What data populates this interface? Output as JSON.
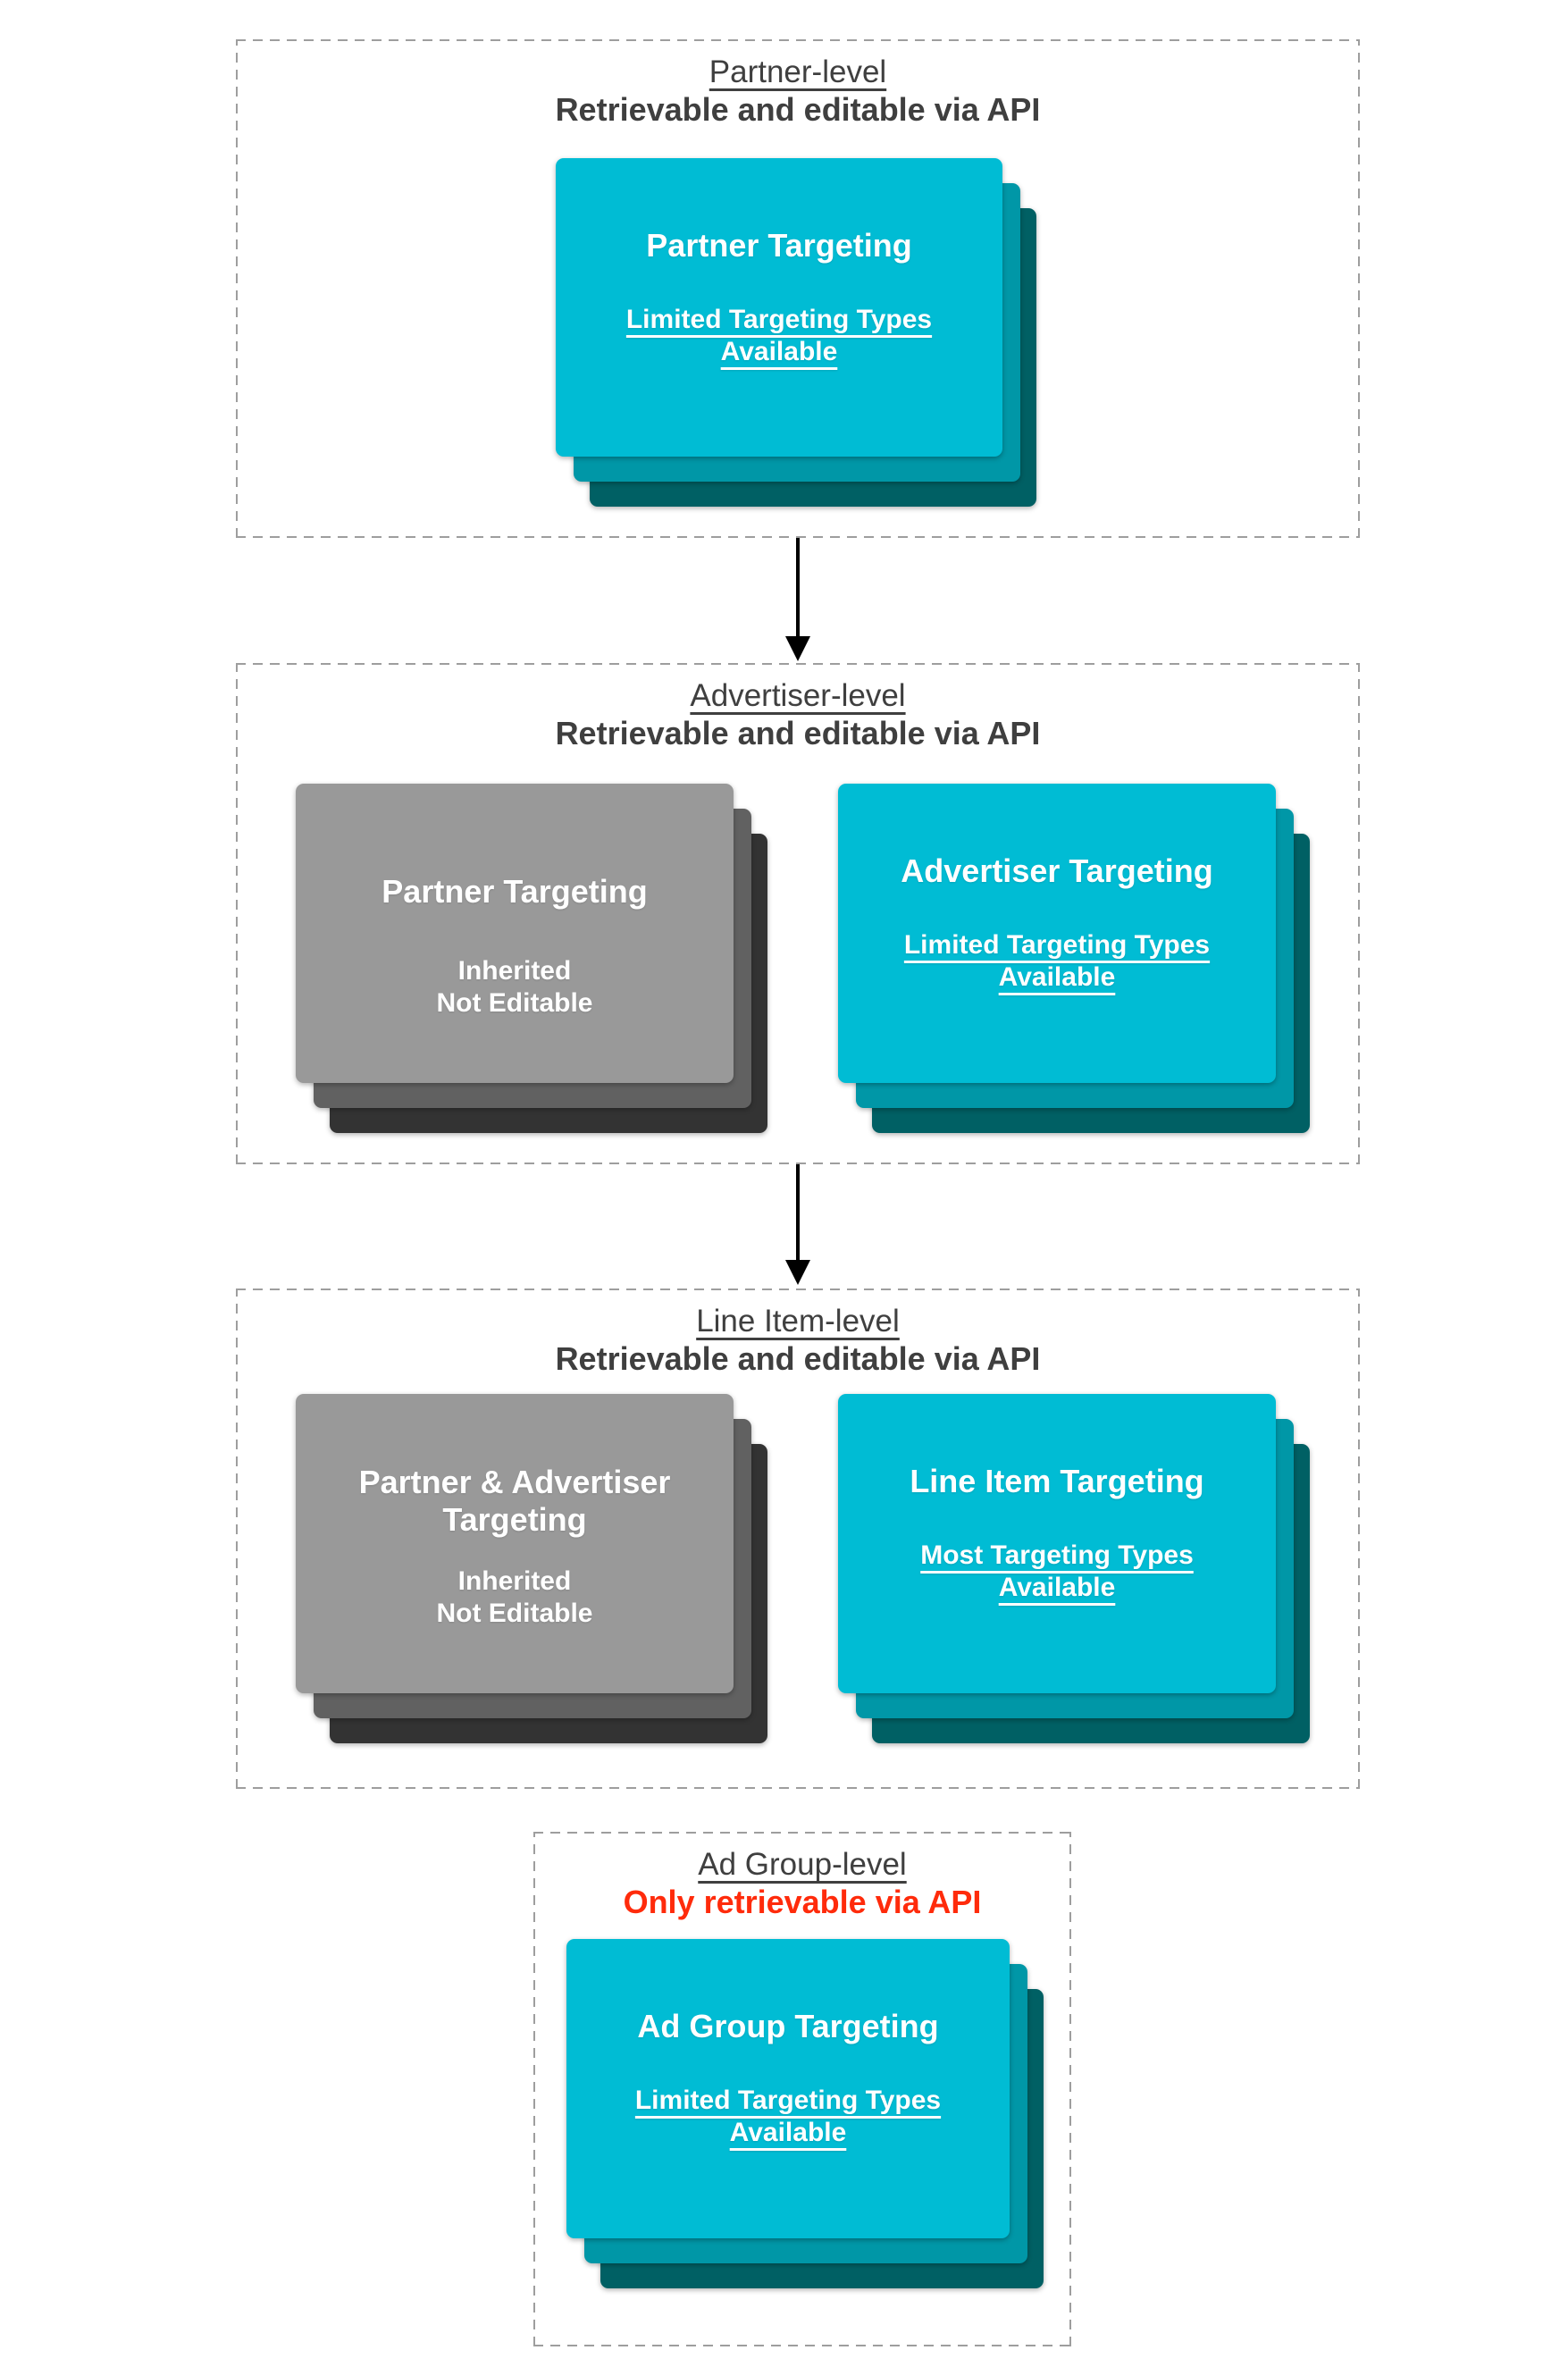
{
  "colors": {
    "card_teal": "#00BCD4",
    "card_teal_mid": "#0097A7",
    "card_teal_dark": "#006064",
    "card_gray": "#999999",
    "card_gray_mid": "#616161",
    "card_gray_dark": "#333333",
    "heading_text": "#3F3F3F",
    "red_text": "#FF2B0B",
    "dashed_border": "#9E9E9E",
    "arrow": "#000000",
    "card_text": "#FFFFFF"
  },
  "sections": [
    {
      "title": "Partner-level",
      "subtitle": "Retrievable and editable via API",
      "emphasis": "normal",
      "cards": [
        {
          "style": "teal",
          "title": "Partner Targeting",
          "subtitle_lines": [
            "Limited Targeting Types",
            "Available"
          ],
          "subtitle_underlined": true
        }
      ]
    },
    {
      "title": "Advertiser-level",
      "subtitle": "Retrievable and editable via API",
      "emphasis": "normal",
      "cards": [
        {
          "style": "gray",
          "title": "Partner Targeting",
          "subtitle_lines": [
            "Inherited",
            "Not Editable"
          ],
          "subtitle_underlined": false
        },
        {
          "style": "teal",
          "title": "Advertiser Targeting",
          "subtitle_lines": [
            "Limited Targeting Types",
            "Available"
          ],
          "subtitle_underlined": true
        }
      ]
    },
    {
      "title": "Line Item-level",
      "subtitle": "Retrievable and editable via API",
      "emphasis": "normal",
      "cards": [
        {
          "style": "gray",
          "title_lines": [
            "Partner & Advertiser",
            "Targeting"
          ],
          "subtitle_lines": [
            "Inherited",
            "Not Editable"
          ],
          "subtitle_underlined": false
        },
        {
          "style": "teal",
          "title": "Line Item Targeting",
          "subtitle_lines": [
            "Most Targeting Types",
            "Available"
          ],
          "subtitle_underlined": true
        }
      ]
    },
    {
      "title": "Ad Group-level",
      "subtitle": "Only retrievable via API",
      "emphasis": "red",
      "cards": [
        {
          "style": "teal",
          "title": "Ad Group Targeting",
          "subtitle_lines": [
            "Limited Targeting Types",
            "Available"
          ],
          "subtitle_underlined": true
        }
      ]
    }
  ]
}
